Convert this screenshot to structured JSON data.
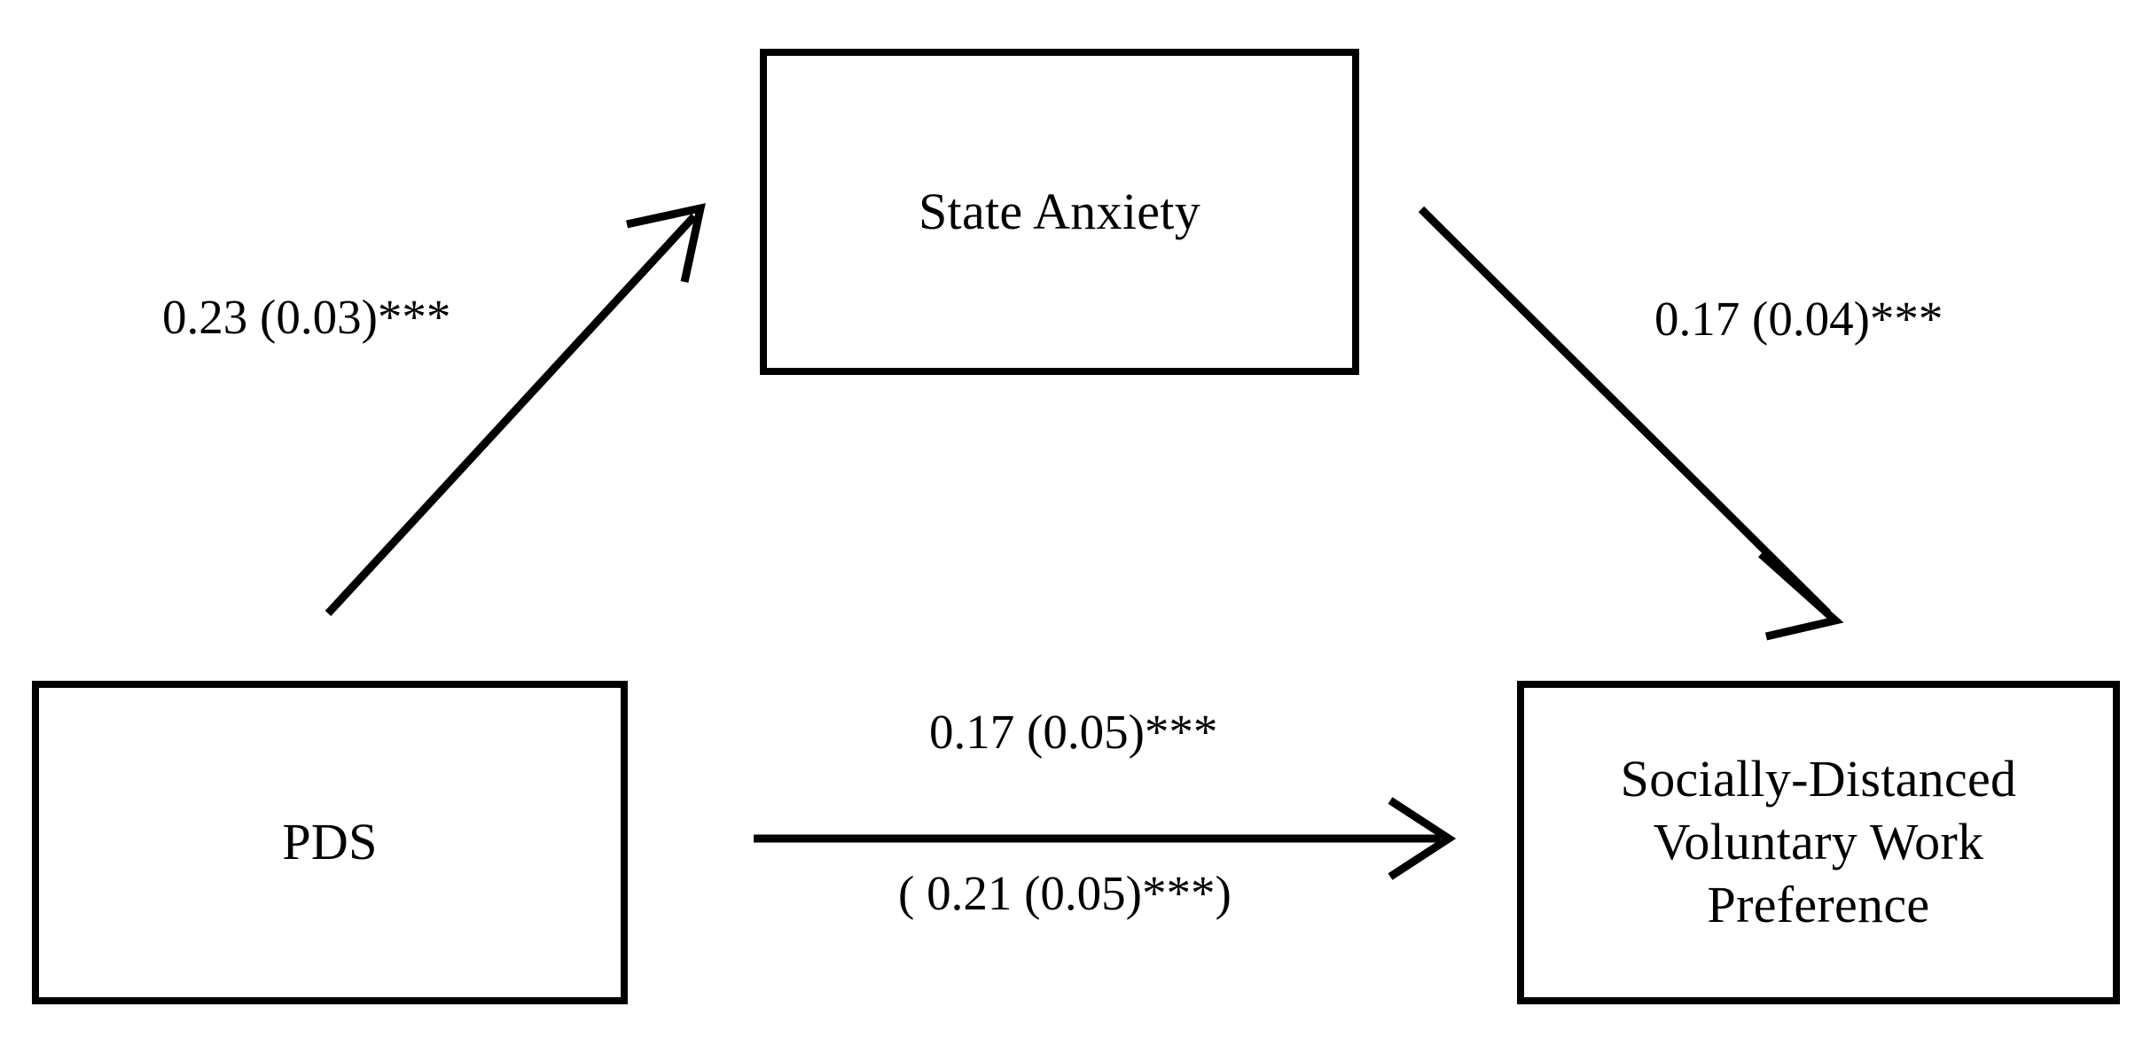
{
  "figure": {
    "type": "mediation-path-diagram",
    "background_color": "#ffffff",
    "line_color": "#000000",
    "text_color": "#000000"
  },
  "nodes": {
    "predictor": {
      "id": "pds",
      "label": "PDS",
      "role": "independent-variable",
      "position": "bottom-left"
    },
    "mediator": {
      "id": "state-anxiety",
      "label": "State Anxiety",
      "role": "mediator",
      "position": "top-center"
    },
    "outcome": {
      "id": "socially-distanced-voluntary-work-preference",
      "label": "Socially-Distanced\nVoluntary Work\nPreference",
      "role": "dependent-variable",
      "position": "bottom-right"
    }
  },
  "paths": {
    "a_path": {
      "from": "PDS",
      "to": "State Anxiety",
      "coefficient": "0.23",
      "standard_error": "0.03",
      "significance": "***",
      "label": "0.23 (0.03)***",
      "direction": "up-right"
    },
    "b_path": {
      "from": "State Anxiety",
      "to": "Socially-Distanced Voluntary Work Preference",
      "coefficient": "0.17",
      "standard_error": "0.04",
      "significance": "***",
      "label": "0.17 (0.04)***",
      "direction": "down-right"
    },
    "c_prime_path": {
      "from": "PDS",
      "to": "Socially-Distanced Voluntary Work Preference",
      "coefficient": "0.17",
      "standard_error": "0.05",
      "significance": "***",
      "label": "0.17 (0.05)***",
      "direction": "right",
      "note": "direct effect, shown above arrow"
    },
    "c_total_path": {
      "from": "PDS",
      "to": "Socially-Distanced Voluntary Work Preference",
      "coefficient": "0.21",
      "standard_error": "0.05",
      "significance": "***",
      "label": "( 0.21 (0.05)***)",
      "direction": "right",
      "note": "total effect in parentheses, shown below arrow"
    }
  }
}
